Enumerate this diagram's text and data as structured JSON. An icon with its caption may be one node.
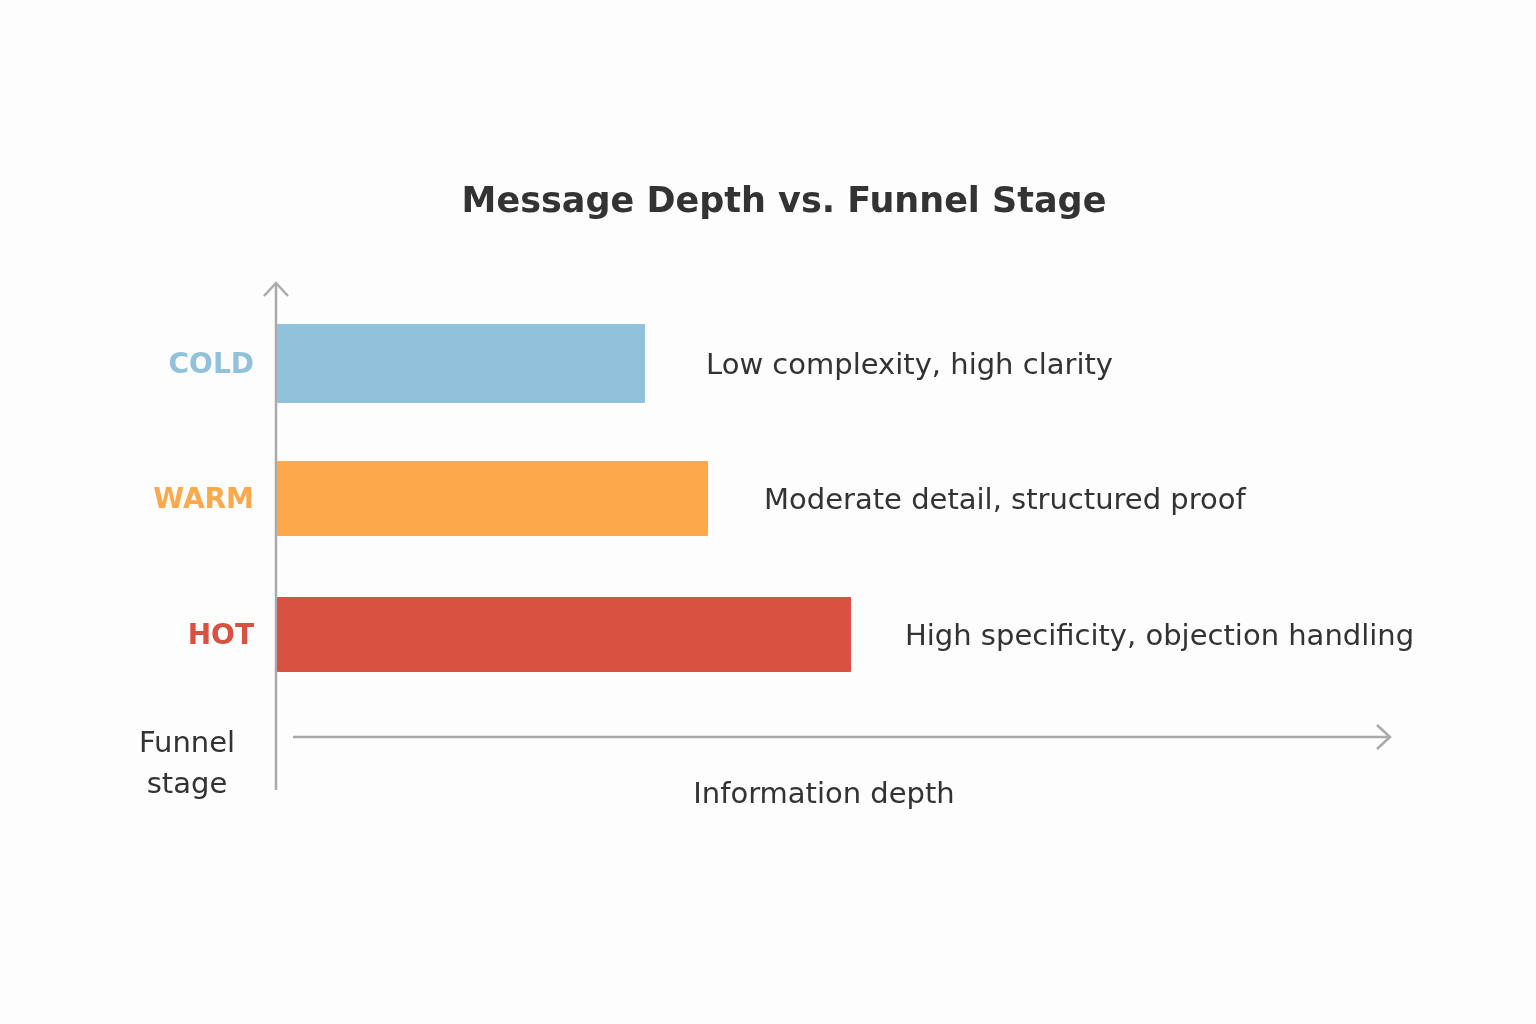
{
  "diagram": {
    "title": "Message Depth vs. Funnel Stage",
    "nodes": [
      {
        "text": [],
        "shape": "bar",
        "beside": [
          "COLD",
          "Low complexity, high clarity"
        ]
      },
      {
        "text": [],
        "shape": "bar",
        "beside": [
          "WARM",
          "Moderate detail, structured proof"
        ]
      },
      {
        "text": [],
        "shape": "bar",
        "beside": [
          "HOT",
          "High specificity, objection handling"
        ]
      }
    ],
    "edges": [],
    "labels": [
      "Funnel stage",
      "Information depth"
    ]
  }
}
